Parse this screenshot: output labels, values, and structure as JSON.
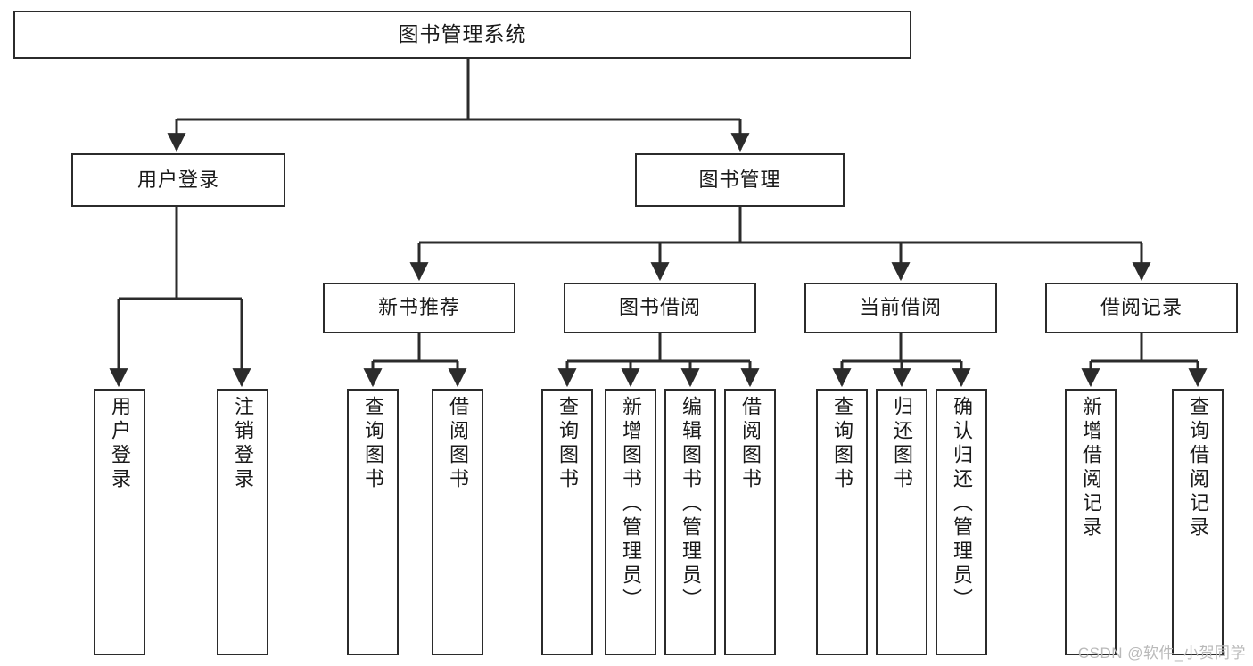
{
  "diagram": {
    "type": "tree",
    "title": "图书管理系统",
    "watermark": "CSDN @软件_小贺同学",
    "colors": {
      "stroke": "#2b2b2b",
      "fill": "#ffffff",
      "text": "#1a1a1a",
      "watermark": "#b9b9b9"
    },
    "nodes": {
      "root": {
        "label": "图书管理系统"
      },
      "level2": [
        {
          "id": "user-login",
          "label": "用户登录"
        },
        {
          "id": "book-manage",
          "label": "图书管理"
        }
      ],
      "level3": [
        {
          "id": "new-book-rec",
          "label": "新书推荐"
        },
        {
          "id": "book-borrow",
          "label": "图书借阅"
        },
        {
          "id": "current-borrow",
          "label": "当前借阅"
        },
        {
          "id": "borrow-record",
          "label": "借阅记录"
        }
      ],
      "leaves": {
        "user_login": [
          {
            "id": "leaf-user-login",
            "label": "用户登录"
          },
          {
            "id": "leaf-logout",
            "label": "注销登录"
          }
        ],
        "new_book_rec": [
          {
            "id": "leaf-query-book-1",
            "label": "查询图书"
          },
          {
            "id": "leaf-borrow-book-1",
            "label": "借阅图书"
          }
        ],
        "book_borrow": [
          {
            "id": "leaf-query-book-2",
            "label": "查询图书"
          },
          {
            "id": "leaf-add-book",
            "label": "新增图书（管理员）"
          },
          {
            "id": "leaf-edit-book",
            "label": "编辑图书（管理员）"
          },
          {
            "id": "leaf-borrow-book-2",
            "label": "借阅图书"
          }
        ],
        "current_borrow": [
          {
            "id": "leaf-query-book-3",
            "label": "查询图书"
          },
          {
            "id": "leaf-return-book",
            "label": "归还图书"
          },
          {
            "id": "leaf-confirm-return",
            "label": "确认归还（管理员）"
          }
        ],
        "borrow_record": [
          {
            "id": "leaf-add-record",
            "label": "新增借阅记录"
          },
          {
            "id": "leaf-query-record",
            "label": "查询借阅记录"
          }
        ]
      }
    }
  }
}
